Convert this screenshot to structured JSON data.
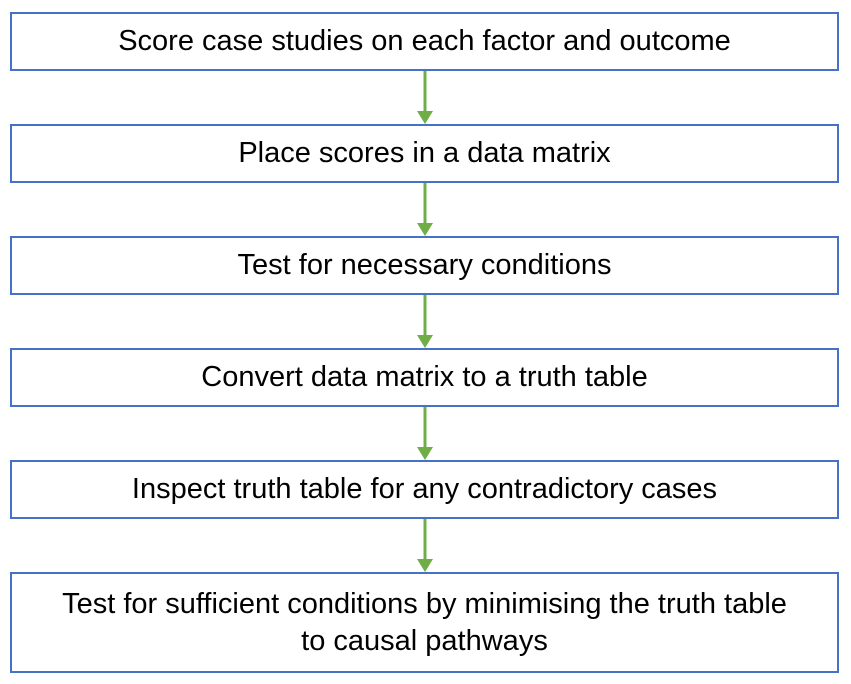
{
  "flowchart": {
    "steps": [
      {
        "label": "Score case studies on each factor and outcome"
      },
      {
        "label": "Place scores in a data matrix"
      },
      {
        "label": "Test for necessary conditions"
      },
      {
        "label": "Convert data matrix to a truth table"
      },
      {
        "label": "Inspect truth table for any contradictory cases"
      },
      {
        "label": "Test for sufficient conditions by minimising the truth table to causal pathways"
      }
    ],
    "colors": {
      "box_border": "#4472C4",
      "arrow": "#70AD47",
      "text": "#000000",
      "background": "#FFFFFF"
    }
  }
}
